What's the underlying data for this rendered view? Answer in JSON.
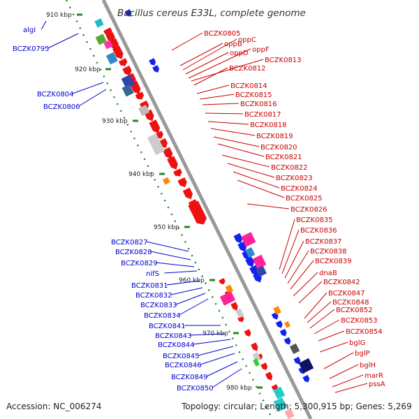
{
  "title": "Bacillus cereus E33L, complete genome",
  "accession": "Accession: NC_006274",
  "summary": "Topology: circular; Length: 5,300,915 bp; Genes: 5,269",
  "colors": {
    "plus_label": "#cc0000",
    "minus_label": "#0000cc",
    "plus_feature": "#ee1111",
    "minus_feature": "#1122ee",
    "backbone": "#999999",
    "ticks": "#228822"
  },
  "ticks": [
    "910 kbp",
    "920 kbp",
    "930 kbp",
    "940 kbp",
    "950 kbp",
    "960 kbp",
    "970 kbp",
    "980 kbp"
  ],
  "genes_minus": [
    "algI",
    "BCZK0795",
    "BCZK0804",
    "BCZK0806",
    "BCZK0827",
    "BCZK0828",
    "BCZK0829",
    "nifS",
    "BCZK0831",
    "BCZK0832",
    "BCZK0833",
    "BCZK0834",
    "BCZK0841",
    "BCZK0843",
    "BCZK0844",
    "BCZK0845",
    "BCZK0846",
    "BCZK0849",
    "BCZK0850"
  ],
  "genes_plus": [
    "BCZK0805",
    "oppB",
    "oppC",
    "oppD",
    "oppF",
    "BCZK0813",
    "BCZK0812",
    "BCZK0814",
    "BCZK0815",
    "BCZK0816",
    "BCZK0817",
    "BCZK0818",
    "BCZK0819",
    "BCZK0820",
    "BCZK0821",
    "BCZK0822",
    "BCZK0823",
    "BCZK0824",
    "BCZK0825",
    "BCZK0826",
    "BCZK0835",
    "BCZK0836",
    "BCZK0837",
    "BCZK0838",
    "BCZK0839",
    "dnaB",
    "BCZK0842",
    "BCZK0847",
    "BCZK0848",
    "BCZK0852",
    "BCZK0853",
    "BCZK0854",
    "bglG",
    "bglP",
    "bglH",
    "marR",
    "pssA"
  ]
}
